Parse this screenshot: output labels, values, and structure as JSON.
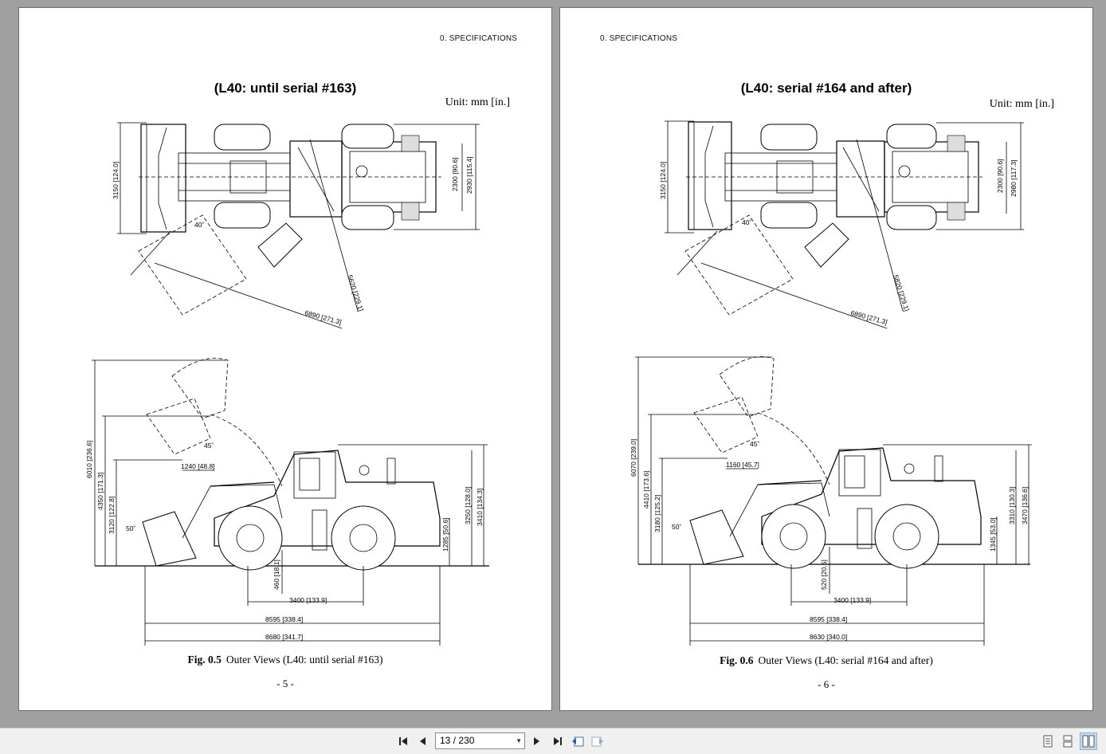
{
  "left_page": {
    "header": "0.  SPECIFICATIONS",
    "title": "(L40: until serial #163)",
    "unit": "Unit: mm [in.]",
    "fig_label": "Fig. 0.5",
    "fig_text": "Outer Views (L40: until serial #163)",
    "page_number": "- 5 -",
    "dims": {
      "width_bucket": "3150 [124.0]",
      "width_tires": "2300 [90.6]",
      "width_overall": "2930 [115.4]",
      "turn_angle": "40˚",
      "turn_radius_outer": "6890 [271.3]",
      "turn_radius_inner": "5620 [229.1]",
      "height_max": "6010 [236.6]",
      "height_pin": "4350 [171.3]",
      "height_dump": "3120 [122.8]",
      "dump_reach": "1240 [48.8]",
      "dump_angle": "45˚",
      "rollback_angle": "50˚",
      "height_cab": "3250 [128.0]",
      "height_stack": "3410 [134.3]",
      "rear_height": "1285 [50.6]",
      "ground_clearance": "460 [18.1]",
      "wheelbase": "3400 [133.9]",
      "length_body": "8595 [338.4]",
      "length_overall": "8680 [341.7]"
    }
  },
  "right_page": {
    "header": "0.  SPECIFICATIONS",
    "title": "(L40: serial #164 and after)",
    "unit": "Unit: mm [in.]",
    "fig_label": "Fig. 0.6",
    "fig_text": "Outer Views (L40: serial #164 and after)",
    "page_number": "- 6 -",
    "dims": {
      "width_bucket": "3150 [124.0]",
      "width_tires": "2300 [90.6]",
      "width_overall": "2980 [117.3]",
      "turn_angle": "40˚",
      "turn_radius_outer": "6890 [271.3]",
      "turn_radius_inner": "5820 [229.1]",
      "height_max": "6070 [239.0]",
      "height_pin": "4410 [173.6]",
      "height_dump": "3180 [125.2]",
      "dump_reach": "1160 [45.7]",
      "dump_angle": "45˚",
      "rollback_angle": "50˚",
      "height_cab": "3310 [130.3]",
      "height_stack": "3470 [136.6]",
      "rear_height": "1345 [53.0]",
      "ground_clearance": "520 [20.5]",
      "wheelbase": "3400 [133.9]",
      "length_body": "8595 [338.4]",
      "length_overall": "8630 [340.0]"
    }
  },
  "toolbar": {
    "page_indicator": "13 / 230",
    "icons": {
      "first": "first-page-icon",
      "prev": "previous-page-icon",
      "next": "next-page-icon",
      "last": "last-page-icon",
      "back": "go-back-icon",
      "forward": "go-forward-icon",
      "single": "single-page-view-icon",
      "continuous": "continuous-view-icon",
      "facing": "facing-pages-view-icon"
    }
  }
}
